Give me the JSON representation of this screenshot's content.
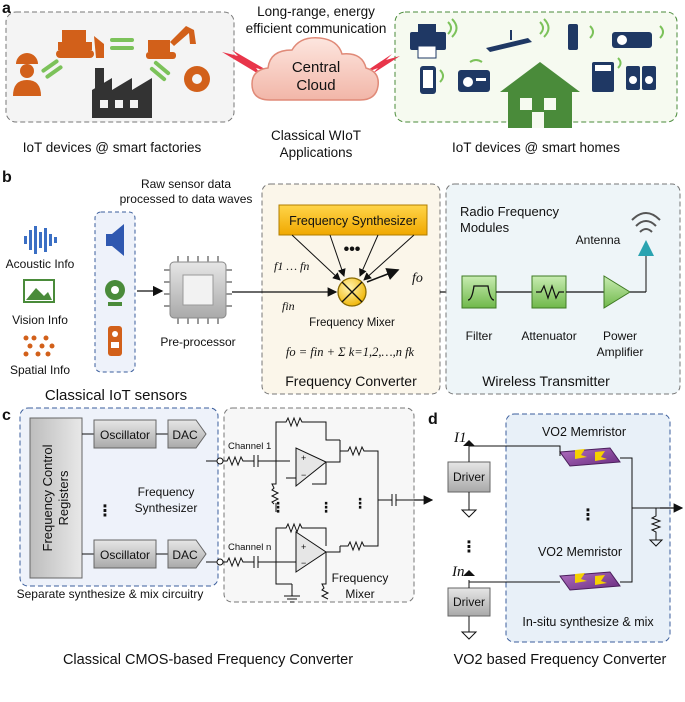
{
  "panel_a": {
    "label": "a",
    "comm_line1": "Long-range, energy",
    "comm_line2": "efficient communication",
    "cloud_line1": "Central",
    "cloud_line2": "Cloud",
    "factories_caption": "IoT devices @ smart factories",
    "center_line1": "Classical WIoT",
    "center_line2": "Applications",
    "homes_caption": "IoT devices @ smart homes"
  },
  "panel_b": {
    "label": "b",
    "raw_line1": "Raw sensor data",
    "raw_line2": "processed to data waves",
    "acoustic": "Acoustic Info",
    "vision": "Vision Info",
    "spatial": "Spatial Info",
    "sensors_caption": "Classical IoT sensors",
    "preprocessor": "Pre-processor",
    "freq_synth": "Frequency Synthesizer",
    "f_inputs": "f1 … fn",
    "f_in": "fin",
    "f_out": "fo",
    "mixer": "Frequency Mixer",
    "formula": "fo = fin + Σ k=1,2,…,n fk",
    "freq_conv": "Frequency Converter",
    "rf_line1": "Radio Frequency",
    "rf_line2": "Modules",
    "antenna": "Antenna",
    "filter": "Filter",
    "attenuator": "Attenuator",
    "pa_line1": "Power",
    "pa_line2": "Amplifier",
    "wireless": "Wireless Transmitter"
  },
  "panel_c": {
    "label": "c",
    "registers_line1": "Frequency Control",
    "registers_line2": "Registers",
    "osc1": "Oscillator",
    "osc2": "Oscillator",
    "dac1": "DAC",
    "dac2": "DAC",
    "synth_line1": "Frequency",
    "synth_line2": "Synthesizer",
    "ch1": "Channel 1",
    "chn": "Channel n",
    "mixer_line1": "Frequency",
    "mixer_line2": "Mixer",
    "separate": "Separate synthesize & mix circuitry",
    "caption": "Classical CMOS-based Frequency Converter"
  },
  "panel_d": {
    "label": "d",
    "i1": "I1",
    "in": "In",
    "driver1": "Driver",
    "driver2": "Driver",
    "mem1": "VO2 Memristor",
    "mem2": "VO2 Memristor",
    "insitu": "In-situ synthesize & mix",
    "caption": "VO2 based Frequency Converter"
  },
  "colors": {
    "factory_orange": "#d2601a",
    "home_blue": "#1f3864",
    "home_green": "#4a8b3a",
    "lightning": "#e8354a",
    "cloud_pink": "#f7cfc6",
    "synth_yellow": "#f5b800",
    "mixer_yellow": "#f5c400",
    "rf_green": "#7cc25a",
    "antenna_teal": "#2aa3b0",
    "panel_blue": "#3b5e9c"
  }
}
